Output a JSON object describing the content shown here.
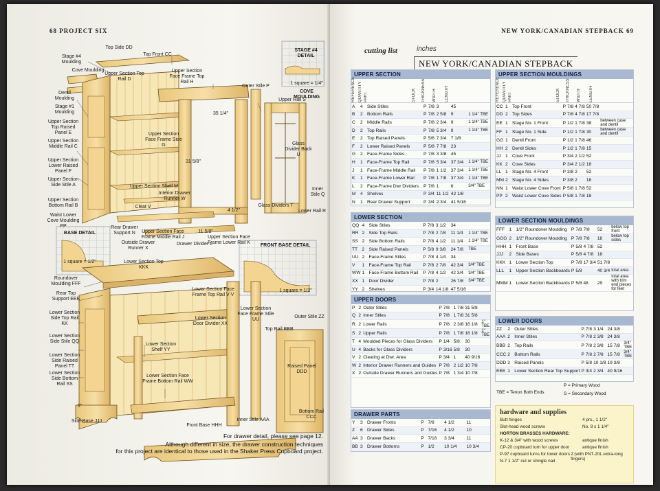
{
  "left_page": {
    "running_head": "68 PROJECT SIX",
    "labels": {
      "stage4_moulding": "Stage #4 Moulding",
      "top_side_dd": "Top Side DD",
      "top_front_cc": "Top Front CC",
      "cove_moulding": "Cove Moulding",
      "upper_section_top_rail_d": "Upper Section Top Rail D",
      "dentil_moulding": "Dentil Moulding",
      "stage1_moulding": "Stage #1 Moulding",
      "upper_section_face_frame_top_rail_h": "Upper Section Face Frame Top Rail H",
      "outer_stile_p": "Outer Stile P",
      "upper_rail_s": "Upper Rail S",
      "stage4_detail": "STAGE #4 DETAIL",
      "one_square_quarter": "1 square = 1/4\"",
      "cove_moulding_detail": "COVE MOULDING",
      "upper_section_top_raised_panel_e": "Upper Section Top Raised Panel E",
      "upper_section_middle_rail_c": "Upper Section Middle Rail C",
      "upper_section_lower_raised_panel_f": "Upper Section Lower Raised Panel F",
      "upper_section_side_stile_a": "Upper Section Side Stile A",
      "upper_section_bottom_rail_b": "Upper Section Bottom Rail B",
      "waist_lower_cove_moulding_pp": "Waist Lower Cove Moulding PP",
      "upper_section_face_frame_side_g": "Upper Section Face Frame Side G",
      "dim_35_1_4": "35 1/4\"",
      "dim_31_5_8": "31 5/8\"",
      "upper_section_shelf_m": "Upper Section Shelf M",
      "interior_drawer_runner_w": "Interior Drawer Runner W",
      "cleat_v": "Cleat V",
      "glass_divider_back_u": "Glass Divider Back U",
      "inner_stile_q": "Inner Stile Q",
      "glass_dividers_t": "Glass Dividers T",
      "lower_rail_r": "Lower Rail R",
      "dim_4_1_2": "4 1/2\"",
      "dim_11_5_8": "11 5/8\"",
      "rear_drawer_support_n": "Rear Drawer Support N",
      "outside_drawer_runner_x": "Outside Drawer Runner X",
      "upper_section_face_frame_middle_rail_j": "Upper Section Face Frame Middle Rail J",
      "drawer_divider_l": "Drawer Divider L",
      "upper_section_face_frame_lower_rail_k": "Upper Section Face Frame Lower Rail K",
      "base_detail": "BASE DETAIL",
      "one_square_half": "1 square = 1/2\"",
      "front_base_detail": "FRONT BASE DETAIL",
      "lower_section_top_kkk": "Lower Section Top KKK",
      "roundover_moulding_fff": "Roundover Moulding FFF",
      "rear_top_support_eee": "Rear Top Support EEE",
      "lower_section_side_top_rail_kk": "Lower Section Side Top Rail KK",
      "lower_section_side_stile_qq": "Lower Section Side Stile QQ",
      "lower_section_side_raised_panel_tt": "Lower Section Side Raised Panel TT",
      "lower_section_side_bottom_rail_ss": "Lower Section Side Bottom Rail SS",
      "lower_section_face_frame_top_rail_vv": "Lower Section Face Frame Top Rail V V",
      "lower_section_face_frame_stile_uu": "Lower Section Face Frame Stile UU",
      "lower_section_door_divider_xx": "Lower Section Door Divider XX",
      "lower_section_shelf_yy": "Lower Section Shelf YY",
      "lower_section_face_frame_bottom_rail_ww": "Lower Section Face Frame Bottom Rail WW",
      "outer_stile_zz": "Outer Stile ZZ",
      "top_rail_bbb": "Top Rail BBB",
      "raised_panel_ddd": "Raised Panel DDD",
      "bottom_rail_ccc": "Bottom Rail CCC",
      "inner_stile_aaa": "Inner Stile AAA",
      "front_base_hhh": "Front Base HHH",
      "side_base_jjj": "Side Base JJJ",
      "dim_5": "5\""
    },
    "footnote_1": "For drawer detail, please see page 12.",
    "footnote_2": "Although different in size, the drawer construction techniques",
    "footnote_3": "for this project are identical to those used in the Shaker Press Cupboard project."
  },
  "right_page": {
    "running_head": "NEW YORK/CANADIAN STEPBACK 69",
    "cutting_list_label": "cutting list",
    "unit_label": "inches",
    "title": "NEW YORK/CANADIAN STEPBACK",
    "col_headers": [
      "REFERENCE",
      "QUANTITY",
      "PART",
      "STOCK",
      "THICKNESS",
      "WIDTH",
      "LENGTH"
    ],
    "sections": {
      "upper_section": {
        "title": "UPPER SECTION",
        "rows": [
          [
            "A",
            "4",
            "Side Stiles",
            "P",
            "7/8",
            "3",
            "45",
            ""
          ],
          [
            "B",
            "2",
            "Bottom Rails",
            "P",
            "7/8",
            "2 5/8",
            "9",
            "1 1/4\" TBE"
          ],
          [
            "C",
            "2",
            "Middle Rails",
            "P",
            "7/8",
            "2 3/4",
            "9",
            "1 1/4\" TBE"
          ],
          [
            "D",
            "2",
            "Top Rails",
            "P",
            "7/8",
            "5 3/4",
            "9",
            "1 1/4\" TBE"
          ],
          [
            "E",
            "2",
            "Top Raised Panels",
            "P",
            "5/8",
            "7 3/4",
            "7 1/8",
            ""
          ],
          [
            "F",
            "2",
            "Lower Raised Panels",
            "P",
            "5/8",
            "7 7/8",
            "23",
            ""
          ],
          [
            "G",
            "2",
            "Face-Frame Sides",
            "P",
            "7/8",
            "3 3/8",
            "45",
            ""
          ],
          [
            "H",
            "1",
            "Face-Frame Top Rail",
            "P",
            "7/8",
            "5 3/4",
            "37 3/4",
            "1 1/4\" TBE"
          ],
          [
            "J",
            "1",
            "Face-Frame Middle Rail",
            "P",
            "7/8",
            "1 1/2",
            "37 3/4",
            "1 1/4\" TBE"
          ],
          [
            "K",
            "1",
            "Face-Frame Lower Rail",
            "P",
            "7/8",
            "1 7/8",
            "37 3/4",
            "1 1/4\" TBE"
          ],
          [
            "L",
            "2",
            "Face-Frame Dwr Dividers",
            "P",
            "7/8",
            "1",
            "6",
            "3/4\" TBE"
          ],
          [
            "M",
            "4",
            "Shelves",
            "P",
            "3/4",
            "11 1/2",
            "42 1/8",
            ""
          ],
          [
            "N",
            "1",
            "Rear Drawer Support",
            "P",
            "3/4",
            "2 3/4",
            "41 5/16",
            ""
          ]
        ]
      },
      "lower_section": {
        "title": "LOWER SECTION",
        "rows": [
          [
            "QQ",
            "4",
            "Side Stiles",
            "P",
            "7/8",
            "3 1/2",
            "34",
            ""
          ],
          [
            "RR",
            "2",
            "Side Top Rails",
            "P",
            "7/8",
            "2 7/8",
            "11 1/4",
            "1 1/4\" TBE"
          ],
          [
            "SS",
            "2",
            "Side Bottom Rails",
            "P",
            "7/8",
            "4 1/2",
            "11 1/4",
            "1 1/4\" TBE"
          ],
          [
            "TT",
            "2",
            "Side Raised Panels",
            "P",
            "5/8",
            "9 3/8",
            "24 7/8",
            "TBE"
          ],
          [
            "UU",
            "2",
            "Face-Frame Stiles",
            "P",
            "7/8",
            "4 1/4",
            "34",
            ""
          ],
          [
            "V",
            "1",
            "Face-Frame Top Rail",
            "P",
            "7/8",
            "2 7/8",
            "42 3/4",
            "3/4\" TBE"
          ],
          [
            "WW",
            "1",
            "Face-Frame Bottom Rail",
            "P",
            "7/8",
            "4 1/2",
            "42 3/4",
            "3/4\" TBE"
          ],
          [
            "XX",
            "1",
            "Door Divider",
            "P",
            "7/8",
            "2",
            "26 7/8",
            "3/4\" TBE"
          ],
          [
            "YY",
            "2",
            "Shelves",
            "P",
            "3/4",
            "14 1/8",
            "47 5/16",
            ""
          ]
        ]
      },
      "upper_doors": {
        "title": "UPPER DOORS",
        "rows": [
          [
            "P",
            "2",
            "Outer Stiles",
            "P",
            "7/8",
            "1 7/8",
            "31 5/8",
            ""
          ],
          [
            "Q",
            "2",
            "Inner Stiles",
            "P",
            "7/8",
            "1 7/8",
            "31 5/8",
            ""
          ],
          [
            "R",
            "2",
            "Lower Rails",
            "P",
            "7/8",
            "2 3/8",
            "16 1/8",
            "1\" TBE"
          ],
          [
            "S",
            "2",
            "Upper Rails",
            "P",
            "7/8",
            "1 7/8",
            "16 1/8",
            "1\" TBE"
          ],
          [
            "T",
            "4",
            "Moulded Pieces for Glass Dividers",
            "P",
            "1/4",
            "5/8",
            "30",
            ""
          ],
          [
            "U",
            "4",
            "Backs for Glass Dividers",
            "P",
            "3/16",
            "5/8",
            "30",
            ""
          ],
          [
            "V",
            "2",
            "Cleating at Dwr. Area",
            "P",
            "3/4",
            "1",
            "40 9/16",
            ""
          ],
          [
            "W",
            "2",
            "Interior Drawer Runners and Guides",
            "P",
            "7/8",
            "2 1/2",
            "10 7/8",
            ""
          ],
          [
            "X",
            "2",
            "Outside Drawer Runners and Guides",
            "P",
            "7/8",
            "1 3/4",
            "10 7/8",
            ""
          ]
        ]
      },
      "drawer_parts": {
        "title": "DRAWER PARTS",
        "rows": [
          [
            "Y",
            "3",
            "Drawer Fronts",
            "P",
            "7/8",
            "4 1/2",
            "11",
            ""
          ],
          [
            "Z",
            "6",
            "Drawer Sides",
            "P",
            "7/16",
            "4 1/2",
            "10",
            ""
          ],
          [
            "AA",
            "3",
            "Drawer Backs",
            "P",
            "7/16",
            "3 3/4",
            "11",
            ""
          ],
          [
            "BB",
            "3",
            "Drawer Bottoms",
            "P",
            "1/2",
            "10 1/4",
            "10 3/4",
            ""
          ]
        ]
      },
      "upper_mouldings": {
        "title": "UPPER SECTION MOULDINGS",
        "rows": [
          [
            "CC",
            "1",
            "Top Front",
            "P",
            "7/8",
            "4 7/8",
            "50 7/8",
            ""
          ],
          [
            "DD",
            "2",
            "Top Sides",
            "P",
            "7/8",
            "4 7/8",
            "17 7/8",
            ""
          ],
          [
            "EE",
            "1",
            "Stage No. 1 Front",
            "P",
            "1/2",
            "1 7/8",
            "38",
            "between case and dentil"
          ],
          [
            "FF",
            "1",
            "Stage No. 1 Side",
            "P",
            "1/2",
            "1 7/8",
            "30",
            "between case and dentil"
          ],
          [
            "GG",
            "1",
            "Dentil Front",
            "P",
            "1/2",
            "1 7/8",
            "46",
            ""
          ],
          [
            "HH",
            "2",
            "Dentil Sides",
            "P",
            "1/2",
            "1 7/8",
            "15",
            ""
          ],
          [
            "JJ",
            "1",
            "Cove Front",
            "P",
            "3/4",
            "2 1/2",
            "52",
            ""
          ],
          [
            "KK",
            "2",
            "Cove Sides",
            "P",
            "3/4",
            "2 1/2",
            "18",
            ""
          ],
          [
            "LL",
            "1",
            "Stage No. 4 Front",
            "P",
            "3/8",
            "2",
            "52",
            ""
          ],
          [
            "MM",
            "2",
            "Stage No. 4 Sides",
            "P",
            "3/8",
            "2",
            "18",
            ""
          ],
          [
            "NN",
            "1",
            "Waist Lower Cove Front",
            "P",
            "5/8",
            "1 7/8",
            "52",
            ""
          ],
          [
            "PP",
            "2",
            "Waist Lower Cove Sides",
            "P",
            "5/8",
            "1 7/8",
            "18",
            ""
          ]
        ]
      },
      "lower_mouldings": {
        "title": "LOWER SECTION MOULDINGS",
        "rows": [
          [
            "FFF",
            "1",
            "1/2\" Roundover Moulding",
            "P",
            "7/8",
            "7/8",
            "52",
            "below top front"
          ],
          [
            "GGG",
            "2",
            "1/2\" Roundover Moulding",
            "P",
            "7/8",
            "7/8",
            "18",
            "below top sides"
          ],
          [
            "HHH",
            "1",
            "Front Base",
            "P",
            "5/8",
            "4 7/8",
            "52",
            ""
          ],
          [
            "JJJ",
            "2",
            "Side Bases",
            "P",
            "5/8",
            "4 7/8",
            "18",
            ""
          ],
          [
            "KKK",
            "1",
            "Lower Section Top",
            "P",
            "7/8",
            "17 3/4",
            "51 7/8",
            ""
          ],
          [
            "LLL",
            "1",
            "Upper Section Backboards",
            "P",
            "5/8",
            "",
            "40 3/4",
            "total area"
          ],
          [
            "MMM",
            "1",
            "Lower Section Backboards",
            "P",
            "5/8",
            "48",
            "29",
            "total area with trim end pieces for feet"
          ]
        ]
      },
      "lower_doors": {
        "title": "LOWER DOORS",
        "rows": [
          [
            "ZZ",
            "2",
            "Outer Stiles",
            "P",
            "7/8",
            "3 1/4",
            "24 3/8",
            ""
          ],
          [
            "AAA",
            "2",
            "Inner Stiles",
            "P",
            "7/8",
            "2 3/8",
            "24 3/8",
            ""
          ],
          [
            "BBB",
            "2",
            "Top Rails",
            "P",
            "7/8",
            "2 3/8",
            "15 7/8",
            "3/4\" TBE"
          ],
          [
            "CCC",
            "2",
            "Bottom Rails",
            "P",
            "7/8",
            "2 7/8",
            "15 7/8",
            "3/4\" TBE"
          ],
          [
            "DDD",
            "2",
            "Raised Panels",
            "P",
            "5/8",
            "10 1/8",
            "19 3/8",
            ""
          ],
          [
            "EEE",
            "1",
            "Lower Section Rear Top Support",
            "P",
            "3/4",
            "2 3/4",
            "40 9/16",
            ""
          ]
        ]
      }
    },
    "legend": {
      "tbe": "TBE = Tenon Both Ends",
      "p": "P = Primary Wood",
      "s": "S = Secondary Wood"
    },
    "hardware": {
      "title": "hardware and supplies",
      "rows": [
        [
          "Butt hinges",
          "4 prs., 1 1/2\""
        ],
        [
          "Slot-head wood screws",
          "No. 8 x 1 1/4\""
        ],
        [
          "HORTON BRASSES HARDWARE:",
          ""
        ],
        [
          "K-12 & 3/4\" with wood screws",
          "antique finish"
        ],
        [
          "CP-20 cupboard turn for upper door",
          "antique finish"
        ],
        [
          "P-97 cupboard turns for lower doors",
          "2 (with PNT-20L extra-long fingers)"
        ],
        [
          "N-7 1 1/2\" cut or shingle nail",
          ""
        ]
      ]
    }
  },
  "colors": {
    "section_header": "#a7b8d0",
    "hardware_bg": "#fbf3c9",
    "wood": "#f2d694"
  }
}
